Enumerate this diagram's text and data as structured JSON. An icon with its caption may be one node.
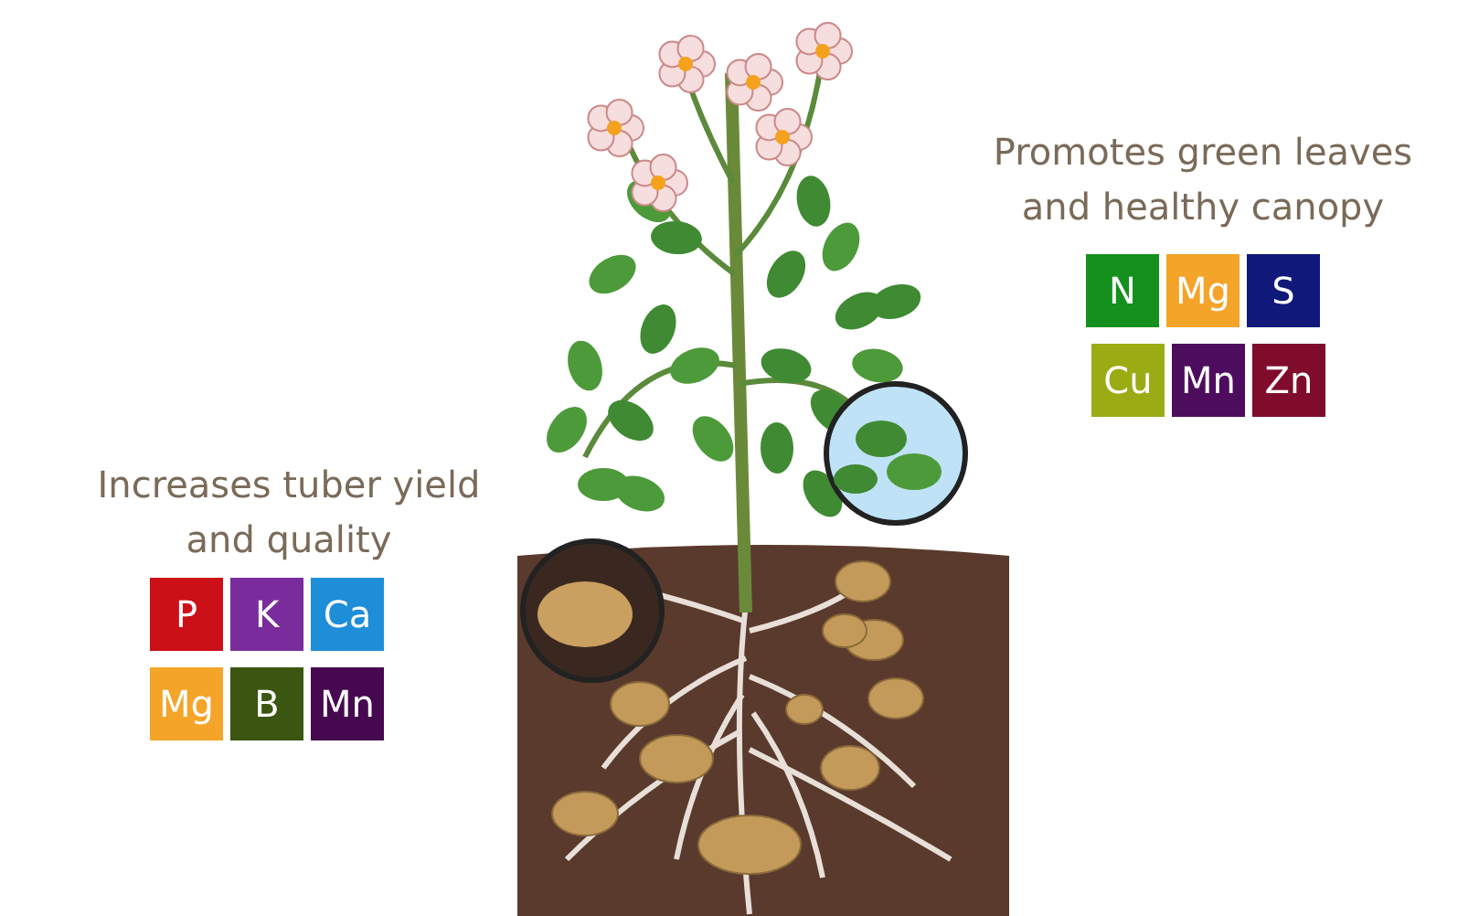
{
  "diagram": {
    "nodes": [
      {
        "text": [
          "N"
        ]
      },
      {
        "text": [
          "Mg"
        ]
      },
      {
        "text": [
          "S"
        ]
      },
      {
        "text": [
          "Cu"
        ]
      },
      {
        "text": [
          "Mn"
        ]
      },
      {
        "text": [
          "Zn"
        ]
      },
      {
        "text": [
          "P"
        ]
      },
      {
        "text": [
          "K"
        ]
      },
      {
        "text": [
          "Ca"
        ]
      },
      {
        "text": [
          "Mg"
        ]
      },
      {
        "text": [
          "B"
        ]
      },
      {
        "text": [
          "Mn"
        ]
      }
    ],
    "labels": [
      "Promotes green leaves and healthy canopy",
      "Increases tuber yield and quality"
    ]
  }
}
